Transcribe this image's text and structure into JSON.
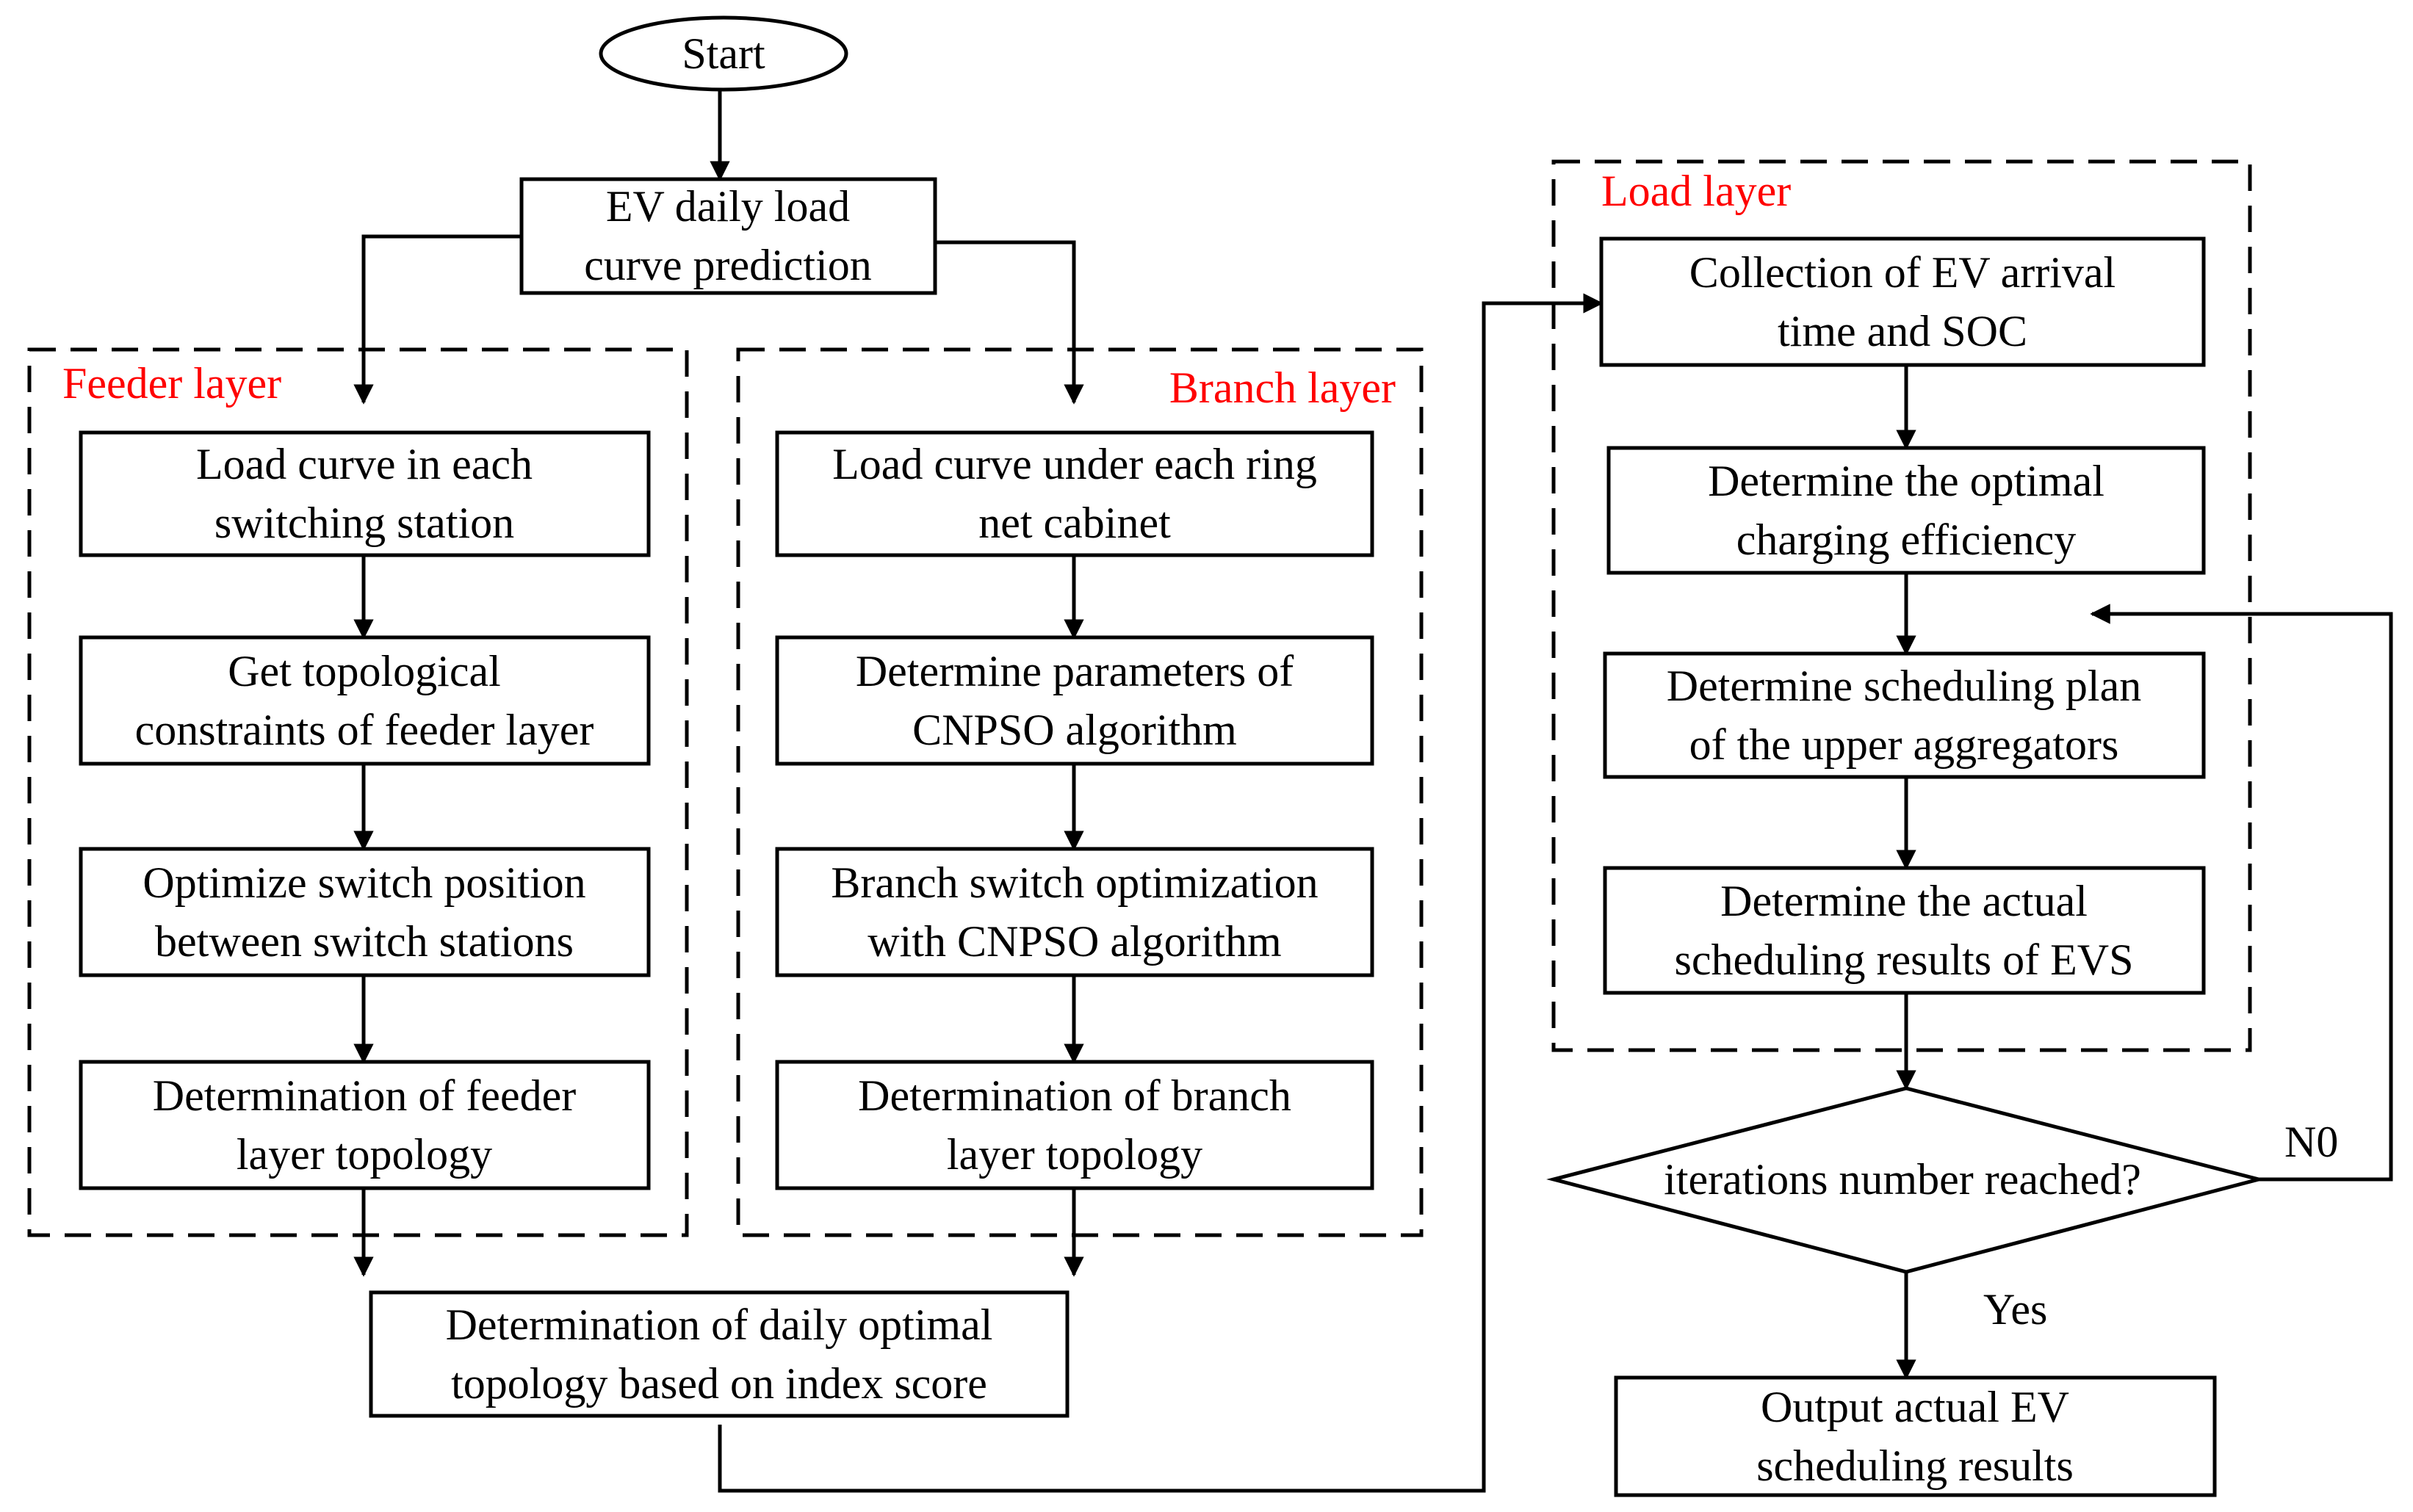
{
  "nodes": {
    "start": [
      "Start"
    ],
    "prediction": [
      "EV daily load",
      "curve prediction"
    ],
    "feeder_1": [
      "Load curve in each",
      "switching station"
    ],
    "feeder_2": [
      "Get  topological",
      "constraints of feeder layer"
    ],
    "feeder_3": [
      "Optimize switch position",
      "between switch stations"
    ],
    "feeder_4": [
      "Determination of feeder",
      "layer topology"
    ],
    "branch_1": [
      "Load curve under each ring",
      "net cabinet"
    ],
    "branch_2": [
      "Determine parameters of",
      "CNPSO algorithm"
    ],
    "branch_3": [
      "Branch switch optimization",
      "with CNPSO algorithm"
    ],
    "branch_4": [
      "Determination of branch",
      "layer topology"
    ],
    "daily_topology": [
      "Determination of daily optimal",
      "topology based on index score"
    ],
    "load_1": [
      "Collection of EV arrival",
      "time and SOC"
    ],
    "load_2": [
      "Determine the optimal",
      "charging efficiency"
    ],
    "load_3": [
      "Determine scheduling plan",
      "of the upper aggregators"
    ],
    "load_4": [
      "Determine the actual",
      "scheduling results of EVS"
    ],
    "decision": [
      "iterations number  reached?"
    ],
    "output": [
      "Output actual EV",
      "scheduling results"
    ]
  },
  "layers": {
    "feeder": "Feeder layer",
    "branch": "Branch layer",
    "load": "Load layer"
  },
  "edge_labels": {
    "no": "N0",
    "yes": "Yes"
  },
  "colors": {
    "layer_label": "#ff0000",
    "stroke": "#000000"
  }
}
